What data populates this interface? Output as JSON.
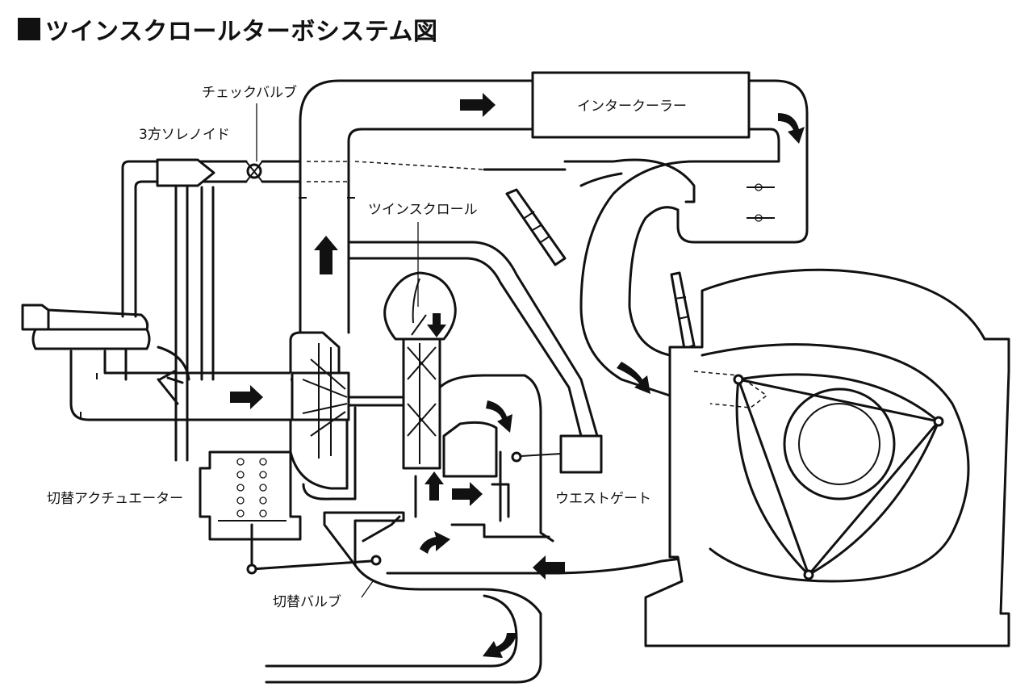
{
  "title": "ツインスクロールターボシステム図",
  "labels": {
    "check_valve": "チェックバルブ",
    "three_way_solenoid": "3方ソレノイド",
    "intercooler": "インタークーラー",
    "twin_scroll": "ツインスクロール",
    "switching_actuator": "切替アクチュエーター",
    "wastegate": "ウエストゲート",
    "switching_valve": "切替バルブ"
  }
}
